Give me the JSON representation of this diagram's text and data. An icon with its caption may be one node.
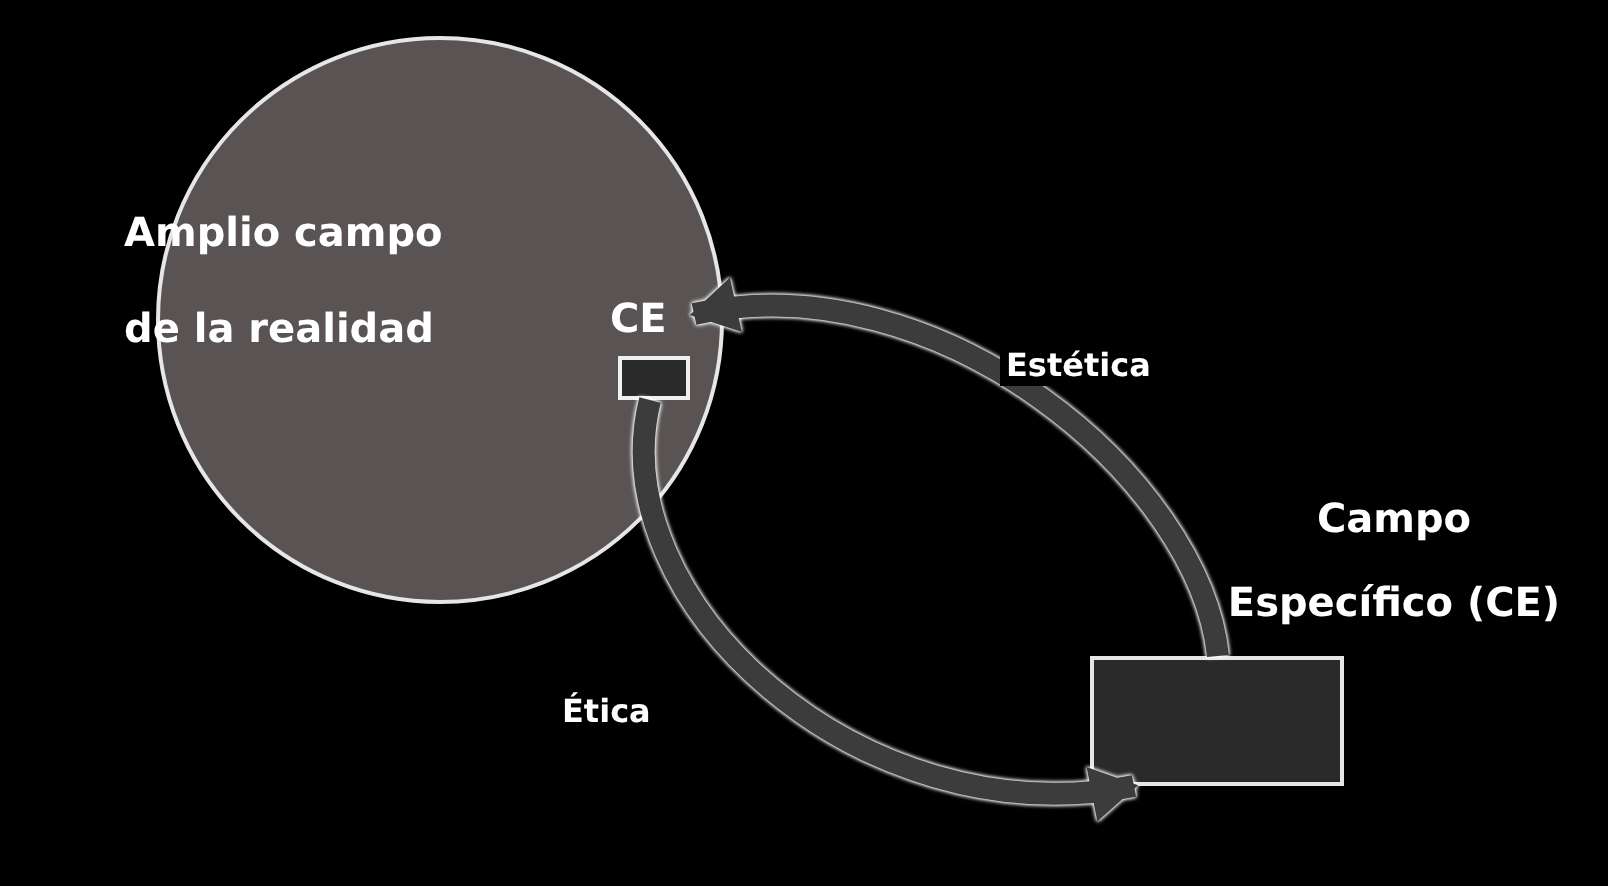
{
  "diagram": {
    "nodes": [
      {
        "text": [
          "Amplio campo de la realidad"
        ]
      },
      {
        "text": [
          "CE"
        ],
        "in": 0
      },
      {
        "text": [
          "Campo Específico (CE)"
        ]
      }
    ],
    "edges": [
      {
        "from": 2,
        "to": 1,
        "arrow": "to",
        "label": "Estética"
      },
      {
        "from": 1,
        "to": 2,
        "arrow": "to",
        "label": "Ética"
      }
    ]
  }
}
